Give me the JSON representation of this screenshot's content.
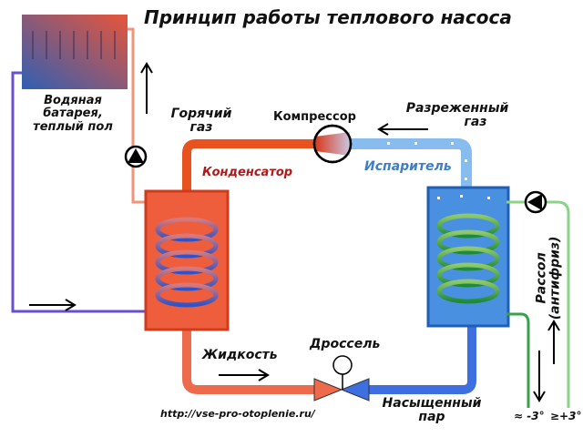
{
  "title": "Принцип работы теплового насоса",
  "labels": {
    "radiator": [
      "Водяная",
      "батарея,",
      "теплый пол"
    ],
    "hot_gas": [
      "Горячий",
      "газ"
    ],
    "compressor": "Компрессор",
    "rarefied_gas": [
      "Разреженный",
      "газ"
    ],
    "condenser": "Конденсатор",
    "evaporator": "Испаритель",
    "brine": [
      "Рассол",
      "(антифриз)"
    ],
    "liquid": "Жидкость",
    "throttle": "Дроссель",
    "saturated_vapor": [
      "Насыщенный",
      "пар"
    ],
    "url": "http://vse-pro-otoplenie.ru/",
    "temp_out": "≈ -3°",
    "temp_in": "≥+3°"
  },
  "colors": {
    "hot": "#e8521f",
    "liquid": "#ee6a4c",
    "cold_gas": "#7fb3e8",
    "vapor": "#3d6fe0",
    "condenser_label": "#b21818",
    "evaporator_label": "#3f7ec7",
    "brine": "#7cc97a",
    "water_cold": "#6a4fd1",
    "water_hot": "#f0957a"
  }
}
